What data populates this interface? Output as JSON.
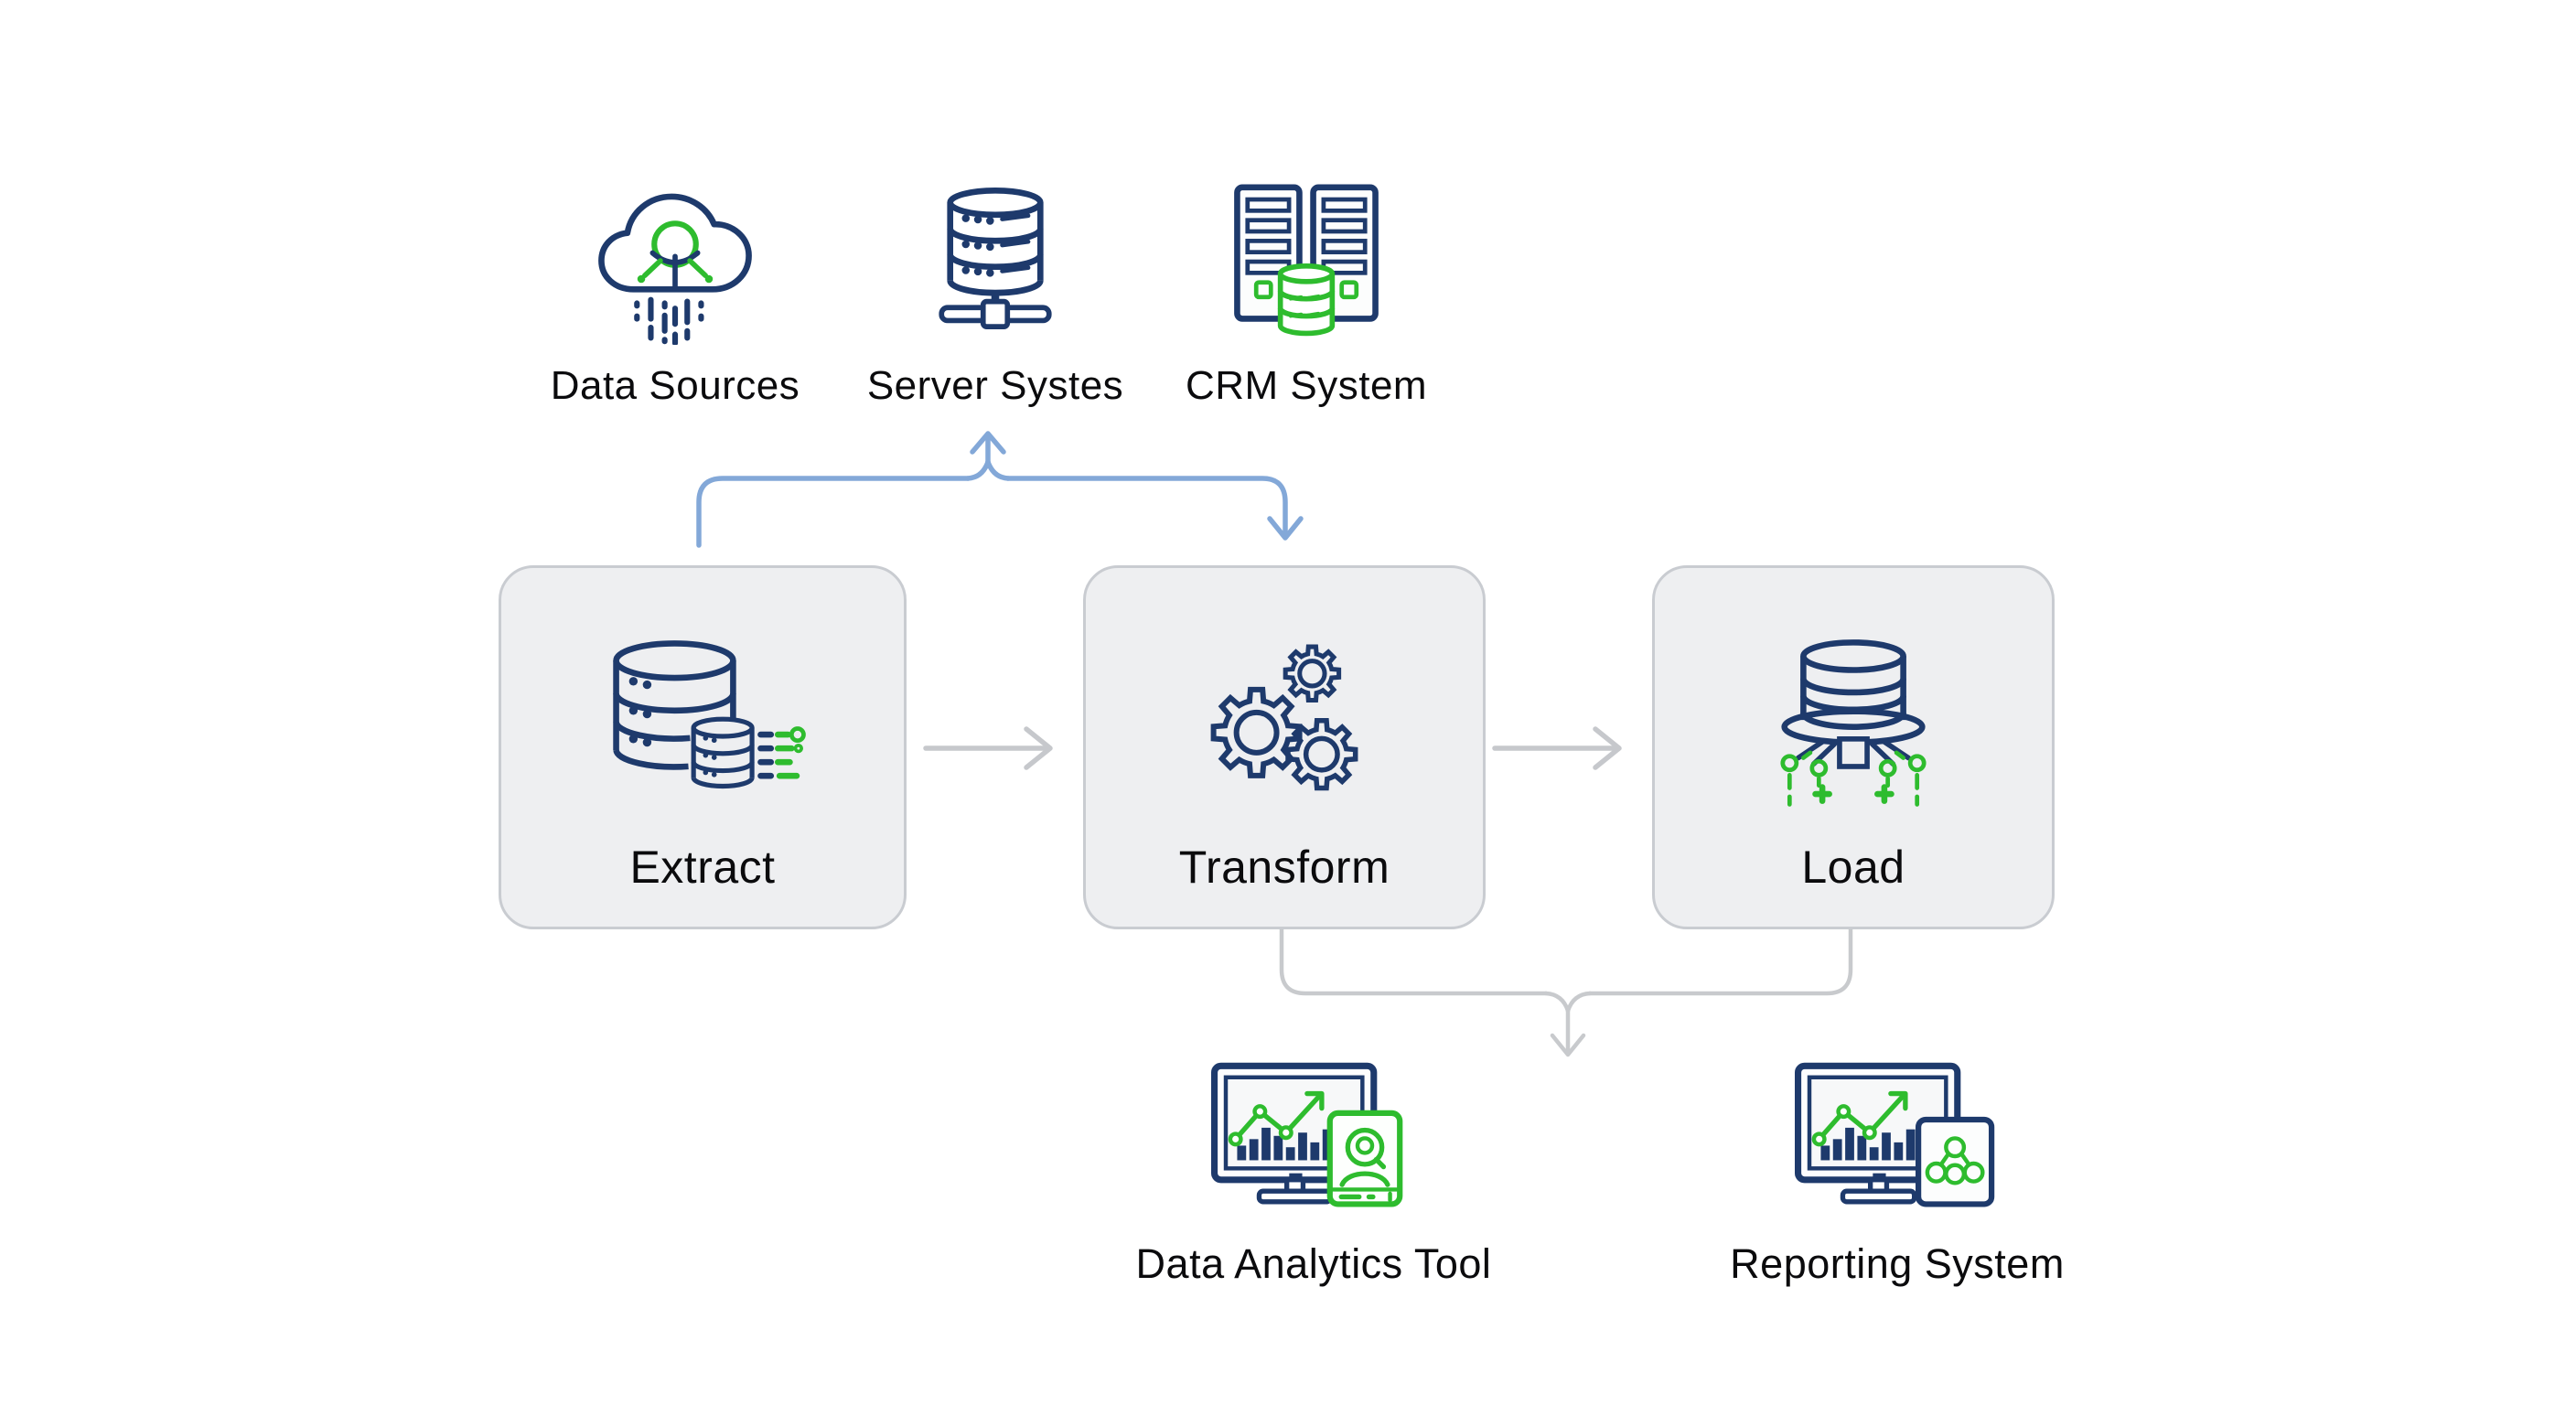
{
  "diagram": {
    "type": "flowchart",
    "subject": "ETL data pipeline",
    "sources": [
      {
        "label": "Data Sources",
        "icon": "cloud-data-icon"
      },
      {
        "label": "Server Systes",
        "icon": "database-server-icon"
      },
      {
        "label": "CRM System",
        "icon": "server-racks-database-icon"
      }
    ],
    "stages": [
      {
        "label": "Extract",
        "icon": "database-extract-icon"
      },
      {
        "label": "Transform",
        "icon": "gears-icon"
      },
      {
        "label": "Load",
        "icon": "database-load-icon"
      }
    ],
    "outputs": [
      {
        "label": "Data Analytics Tool",
        "icon": "monitor-analytics-icon"
      },
      {
        "label": "Reporting System",
        "icon": "monitor-reporting-icon"
      }
    ],
    "connections": [
      {
        "from": "Extract",
        "to": "Server Systes / CRM System",
        "style": "blue elbow, arrow up and arrow down into Transform"
      },
      {
        "from": "Extract",
        "to": "Transform",
        "style": "gray straight arrow"
      },
      {
        "from": "Transform",
        "to": "Load",
        "style": "gray straight arrow"
      },
      {
        "from": "Transform + Load",
        "to": "outputs",
        "style": "gray merged brace arrow pointing down"
      }
    ],
    "colors": {
      "icon_navy": "#1e3a6c",
      "icon_green": "#2ebc2e",
      "arrow_blue": "#83a8d8",
      "arrow_gray": "#c6c8cc",
      "box_fill": "#eeeff1",
      "box_border": "#c9ccd1",
      "label_text": "#0b0b0d",
      "background": "#ffffff"
    }
  }
}
